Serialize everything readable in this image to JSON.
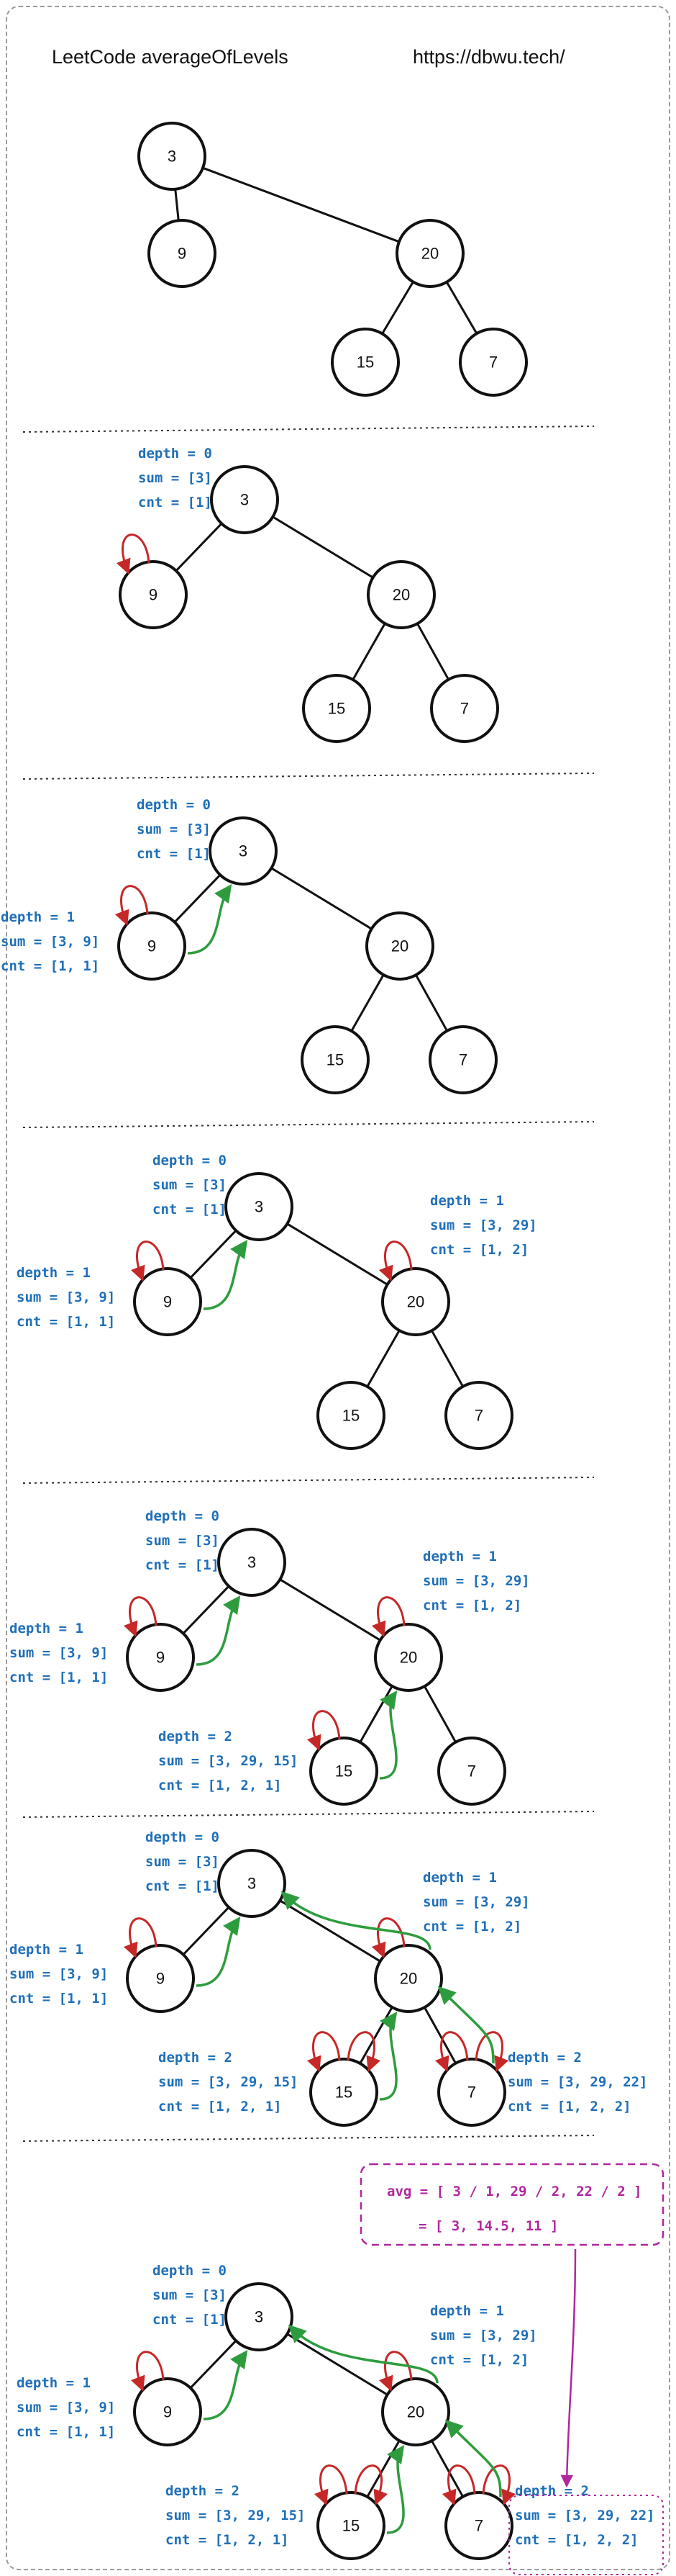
{
  "header": {
    "title": "LeetCode averageOfLevels",
    "url": "https://dbwu.tech/"
  },
  "tree": {
    "nodes": [
      "3",
      "9",
      "20",
      "15",
      "7"
    ]
  },
  "colors": {
    "label": "#1f6fb8",
    "recursion_arrow": "#c62828",
    "return_arrow": "#2e9c3e",
    "result": "#b0279e",
    "separator": "#333333"
  },
  "steps": [
    {
      "labels": [
        {
          "id": "root",
          "lines": [
            "depth = 0",
            "sum = [3]",
            "cnt = [1]"
          ]
        }
      ]
    },
    {
      "labels": [
        {
          "id": "root",
          "lines": [
            "depth = 0",
            "sum = [3]",
            "cnt = [1]"
          ]
        },
        {
          "id": "left",
          "lines": [
            "depth = 1",
            "sum = [3, 9]",
            "cnt = [1, 1]"
          ]
        }
      ]
    },
    {
      "labels": [
        {
          "id": "root",
          "lines": [
            "depth = 0",
            "sum = [3]",
            "cnt = [1]"
          ]
        },
        {
          "id": "left",
          "lines": [
            "depth = 1",
            "sum = [3, 9]",
            "cnt = [1, 1]"
          ]
        },
        {
          "id": "right",
          "lines": [
            "depth = 1",
            "sum = [3, 29]",
            "cnt = [1, 2]"
          ]
        }
      ]
    },
    {
      "labels": [
        {
          "id": "root",
          "lines": [
            "depth = 0",
            "sum = [3]",
            "cnt = [1]"
          ]
        },
        {
          "id": "left",
          "lines": [
            "depth = 1",
            "sum = [3, 9]",
            "cnt = [1, 1]"
          ]
        },
        {
          "id": "right",
          "lines": [
            "depth = 1",
            "sum = [3, 29]",
            "cnt = [1, 2]"
          ]
        },
        {
          "id": "deep",
          "lines": [
            "depth = 2",
            "sum = [3, 29, 15]",
            "cnt = [1, 2, 1]"
          ]
        }
      ]
    },
    {
      "labels": [
        {
          "id": "root",
          "lines": [
            "depth = 0",
            "sum = [3]",
            "cnt = [1]"
          ]
        },
        {
          "id": "left",
          "lines": [
            "depth = 1",
            "sum = [3, 9]",
            "cnt = [1, 1]"
          ]
        },
        {
          "id": "right",
          "lines": [
            "depth = 1",
            "sum = [3, 29]",
            "cnt = [1, 2]"
          ]
        },
        {
          "id": "deep",
          "lines": [
            "depth = 2",
            "sum = [3, 29, 15]",
            "cnt = [1, 2, 1]"
          ]
        },
        {
          "id": "deep7",
          "lines": [
            "depth = 2",
            "sum = [3, 29, 22]",
            "cnt = [1, 2, 2]"
          ]
        }
      ]
    },
    {
      "labels": [
        {
          "id": "root",
          "lines": [
            "depth = 0",
            "sum = [3]",
            "cnt = [1]"
          ]
        },
        {
          "id": "left",
          "lines": [
            "depth = 1",
            "sum = [3, 9]",
            "cnt = [1, 1]"
          ]
        },
        {
          "id": "right",
          "lines": [
            "depth = 1",
            "sum = [3, 29]",
            "cnt = [1, 2]"
          ]
        },
        {
          "id": "deep",
          "lines": [
            "depth = 2",
            "sum = [3, 29, 15]",
            "cnt = [1, 2, 1]"
          ]
        },
        {
          "id": "deep7",
          "lines": [
            "depth = 2",
            "sum = [3, 29, 22]",
            "cnt = [1, 2, 2]"
          ]
        }
      ],
      "result": [
        "avg = [ 3 / 1, 29 / 2, 22 / 2 ]",
        "= [ 3, 14.5, 11 ]"
      ]
    }
  ]
}
